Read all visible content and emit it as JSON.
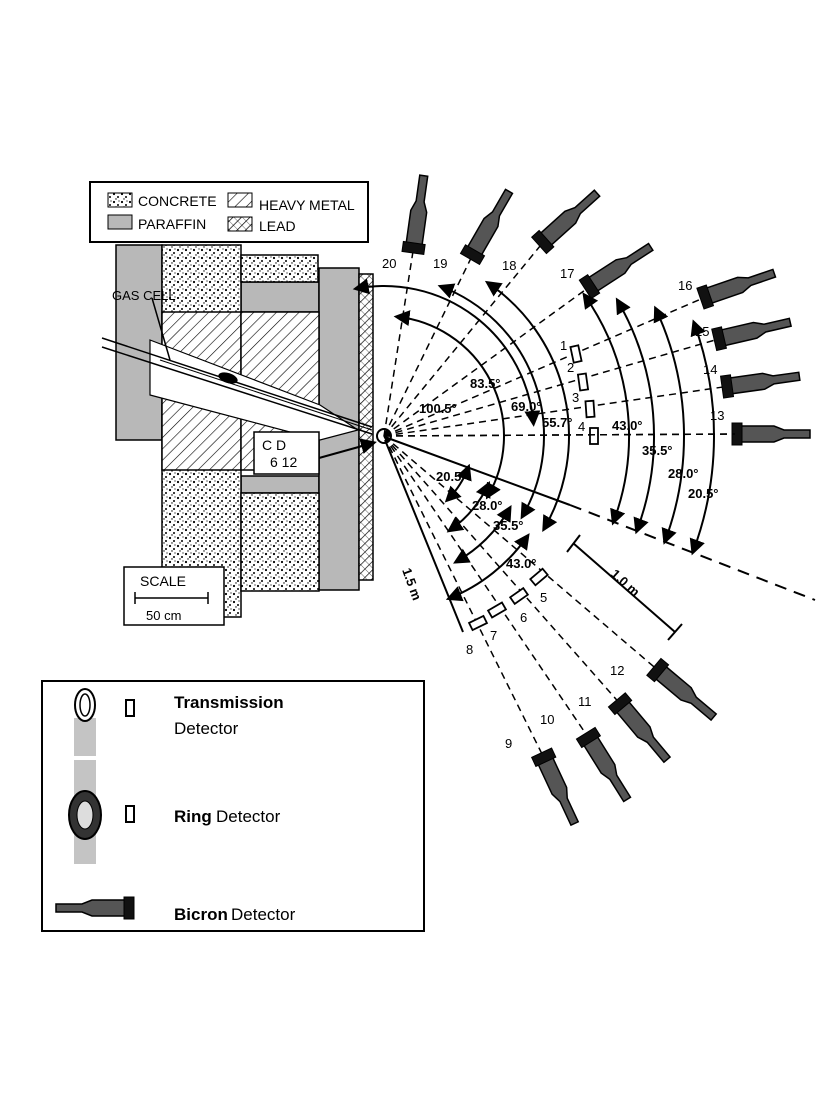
{
  "legend_materials": {
    "concrete": "CONCRETE",
    "paraffin": "PARAFFIN",
    "heavy_metal": "HEAVY METAL",
    "lead": "LEAD"
  },
  "labels": {
    "gas_cell": "GAS CELL",
    "cd_header": "C D",
    "cd_values": "6  12",
    "scale_title": "SCALE",
    "scale_value": "50 cm",
    "dist_1_5m": "1.5 m",
    "dist_1_0m": "1.0 m"
  },
  "detector_numbers": [
    "1",
    "2",
    "3",
    "4",
    "5",
    "6",
    "7",
    "8",
    "9",
    "10",
    "11",
    "12",
    "13",
    "14",
    "15",
    "16",
    "17",
    "18",
    "19",
    "20"
  ],
  "angles": {
    "upper": [
      "83.5°",
      "100.5°",
      "69.0°",
      "55.7°",
      "43.0°",
      "35.5°",
      "28.0°",
      "20.5°"
    ],
    "lower": [
      "20.5°",
      "28.0°",
      "35.5°",
      "43.0°"
    ]
  },
  "detector_legend": {
    "transmission_bold": "Transmission",
    "transmission_rest": "Detector",
    "ring_bold": "Ring",
    "ring_rest": " Detector",
    "bicron_bold": "Bicron",
    "bicron_rest": " Detector"
  },
  "colors": {
    "paraffin_gray": "#b8b8b8",
    "detector_dark": "#3a3a3a",
    "line": "#000000"
  }
}
